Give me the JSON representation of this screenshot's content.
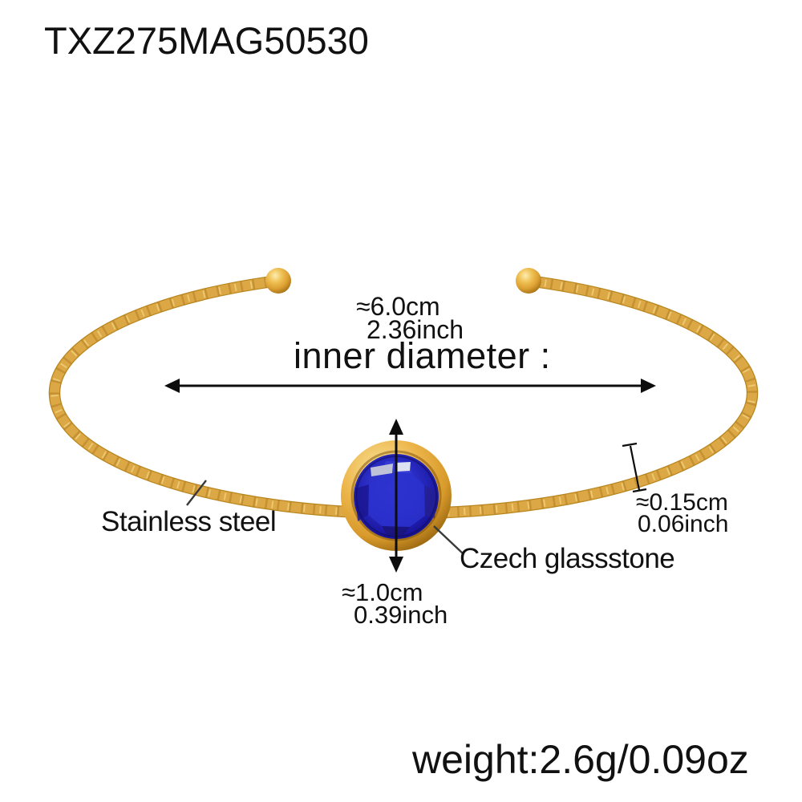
{
  "product": {
    "code": "TXZ275MAG50530"
  },
  "measurements": {
    "inner_diameter": {
      "cm": "≈6.0cm",
      "inch": "2.36inch",
      "label": "inner diameter :"
    },
    "wire_thickness": {
      "cm": "≈0.15cm",
      "inch": "0.06inch"
    },
    "stone_diameter": {
      "cm": "≈1.0cm",
      "inch": "0.39inch"
    },
    "weight": "weight:2.6g/0.09oz"
  },
  "labels": {
    "material": "Stainless steel",
    "stone": "Czech glassstone"
  },
  "icons": {
    "diameter_arrow": "horizontal-double-arrow",
    "stone_height_arrow": "vertical-double-arrow",
    "thickness_caliper": "tick-ended-measure-line",
    "material_pointer": "pointer-line",
    "stone_pointer": "pointer-line"
  },
  "colors": {
    "background": "#FFFFFF",
    "text": "#111111",
    "annotation": "#0D0D0D",
    "gold": "#DCA845",
    "gold_light": "#F9E196",
    "gold_dark": "#A8761B",
    "gem_blue": "#2C31CE",
    "gem_blue_dark": "#140E6B"
  }
}
